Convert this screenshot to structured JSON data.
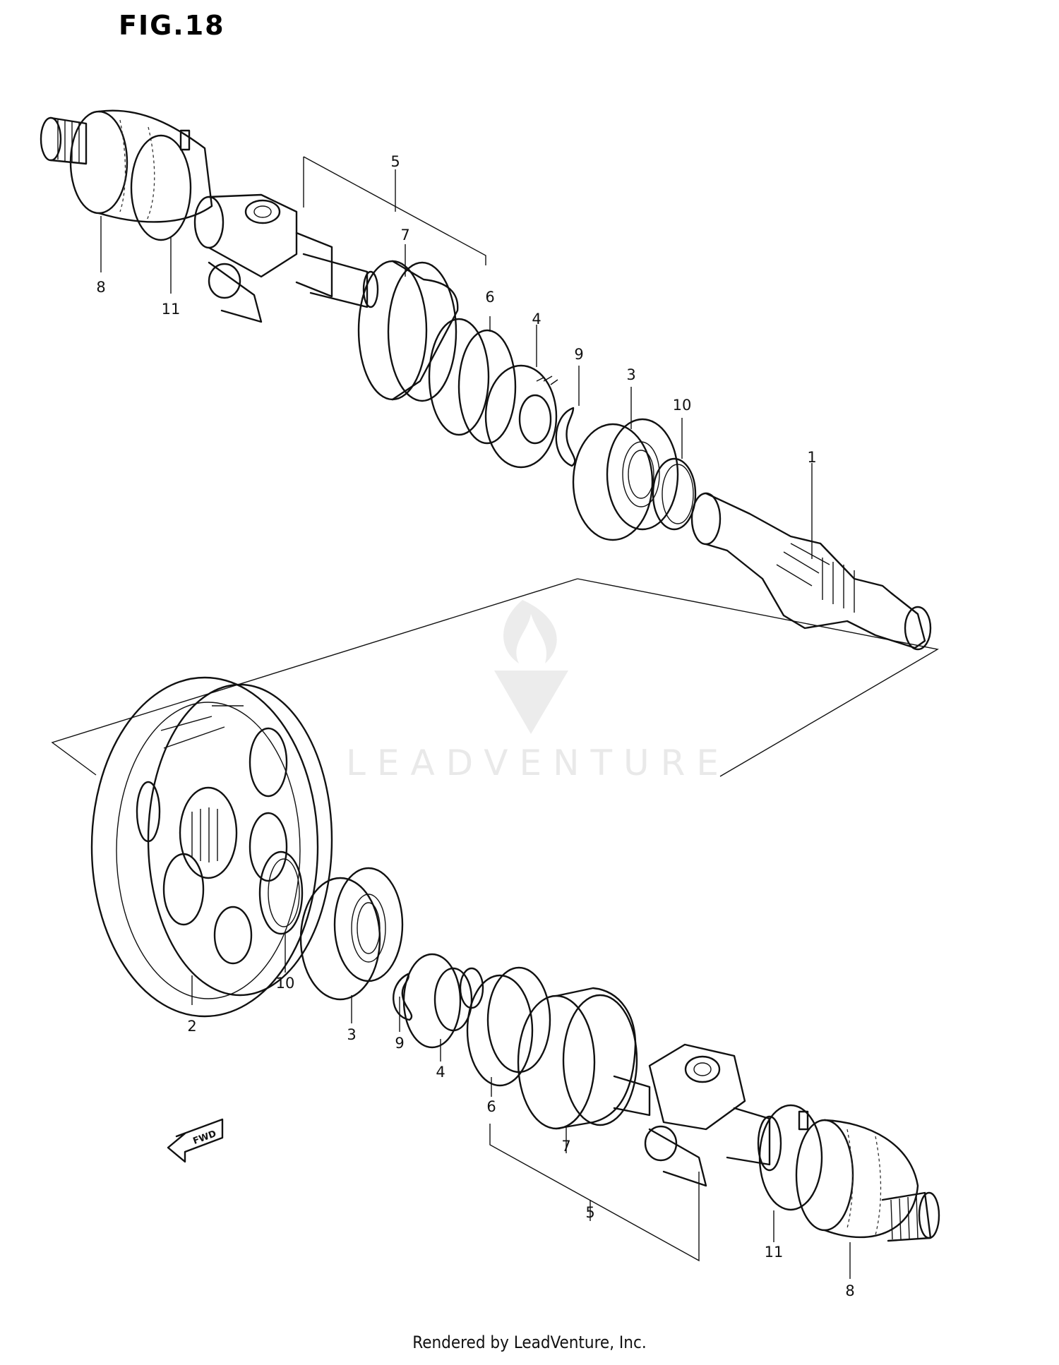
{
  "figure": {
    "title": "FIG.18"
  },
  "watermark": {
    "text": "LEADVENTURE",
    "icon": "leadventure-logo-icon"
  },
  "footer": {
    "text": "Rendered by LeadVenture, Inc."
  },
  "direction_arrow": {
    "label": "FWD"
  },
  "callouts": {
    "upper": [
      "8",
      "11",
      "5",
      "7",
      "6",
      "4",
      "9",
      "3",
      "10",
      "1"
    ],
    "lower": [
      "2",
      "10",
      "3",
      "9",
      "4",
      "6",
      "7",
      "5",
      "11",
      "8"
    ]
  }
}
